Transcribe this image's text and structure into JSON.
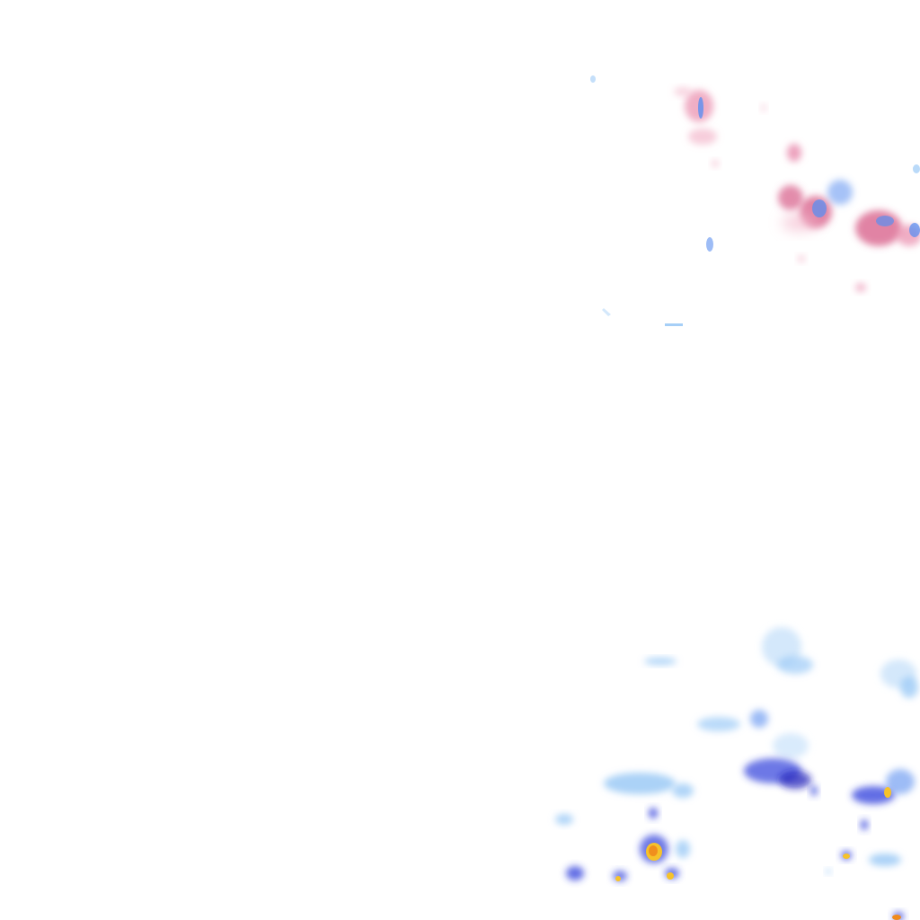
{
  "map": {
    "type": "precipitation-radar-tile",
    "background": "#ffffff",
    "legend_visible": false,
    "labels_visible": false
  },
  "palette": {
    "mixed_light": "#f4b8cc",
    "mixed_medium": "#e98bac",
    "mixed_heavy": "#d4507e",
    "rain_very_light": "#cfe6fb",
    "rain_light": "#9ccaf6",
    "rain_moderate": "#5b8ff0",
    "rain_heavy": "#2f3fdc",
    "rain_intense": "#1a1ab8",
    "rain_very_intense": "#f6c22a",
    "rain_extreme": "#f08a1c"
  },
  "precipitation_areas": [
    {
      "name": "northeast-mixed-cluster",
      "kind": "mixed"
    },
    {
      "name": "southeast-rain-cluster",
      "kind": "rain"
    }
  ]
}
